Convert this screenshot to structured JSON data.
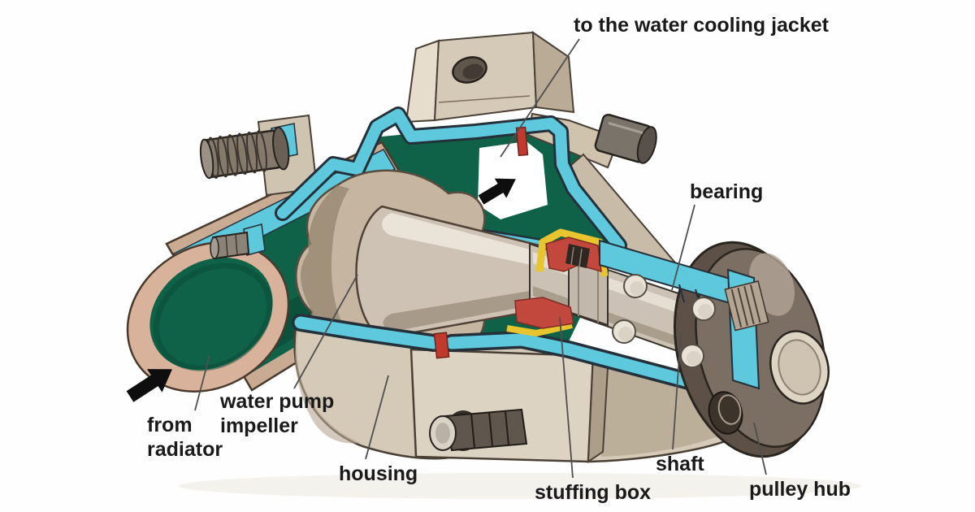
{
  "figure": {
    "type": "cutaway-diagram",
    "subject": "automotive water pump cross-section",
    "background_color": "#fefefe"
  },
  "labels": {
    "cooling_jacket": {
      "text": "to the water cooling jacket"
    },
    "bearing": {
      "text": "bearing"
    },
    "from_radiator": {
      "line1": "from",
      "line2": "radiator"
    },
    "impeller": {
      "line1": "water pump",
      "line2": "impeller"
    },
    "housing": {
      "text": "housing"
    },
    "stuffing_box": {
      "text": "stuffing box"
    },
    "shaft": {
      "text": "shaft"
    },
    "pulley_hub": {
      "text": "pulley hub"
    }
  },
  "icons": {
    "flow_in_arrow": "solid-black-arrow-up-right-into-inlet",
    "flow_out_arrow": "solid-black-arrow-up-right-to-cooling-jacket"
  },
  "colors": {
    "section_cut_cyan": "#5ec8dc",
    "coolant_green": "#0f6248",
    "body_tan": "#d5cab7",
    "body_shadow": "#a3937f",
    "seal_red": "#c2473c",
    "seal_yellow": "#e8c52e",
    "metal_gray": "#cbc2b5",
    "hub_dark": "#7b6e63",
    "label_text": "#1a1a1a",
    "leader_line": "#4f4f4f"
  }
}
